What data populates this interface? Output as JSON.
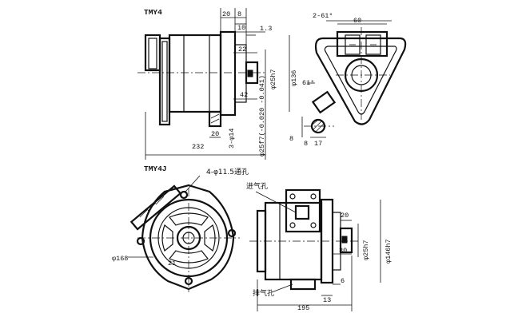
{
  "views": {
    "tmy4": {
      "label": "TMY4",
      "dims": {
        "d20": "20",
        "d8": "8",
        "d10": "10",
        "d1_3": "1.3",
        "d22": "22",
        "shaft": "φ25h7",
        "bore": "φ136",
        "d42": "42",
        "d20b": "20",
        "holes": "3-φ14",
        "shaft_bore": "φ25f7(-0.020 -0.041)",
        "total": "232",
        "tol_upper": "-0.020",
        "tol_lower": "-0.041"
      }
    },
    "end": {
      "dims": {
        "d2_61": "2-61°",
        "d60": "60",
        "d61": "61°",
        "d8a": "8",
        "d8b": "8",
        "d17": "17"
      }
    },
    "tmy4j": {
      "label": "TMY4J",
      "dims": {
        "holes": "4-φ11.5通孔",
        "dia": "φ168",
        "d21": "21"
      },
      "notes": {
        "inlet": "进气孔",
        "outlet": "排气孔"
      }
    },
    "side_j": {
      "dims": {
        "d20": "20",
        "shaft": "φ25h7",
        "bore": "φ146h7",
        "d30": "30",
        "d6": "6",
        "d13": "13",
        "total": "195"
      }
    }
  }
}
